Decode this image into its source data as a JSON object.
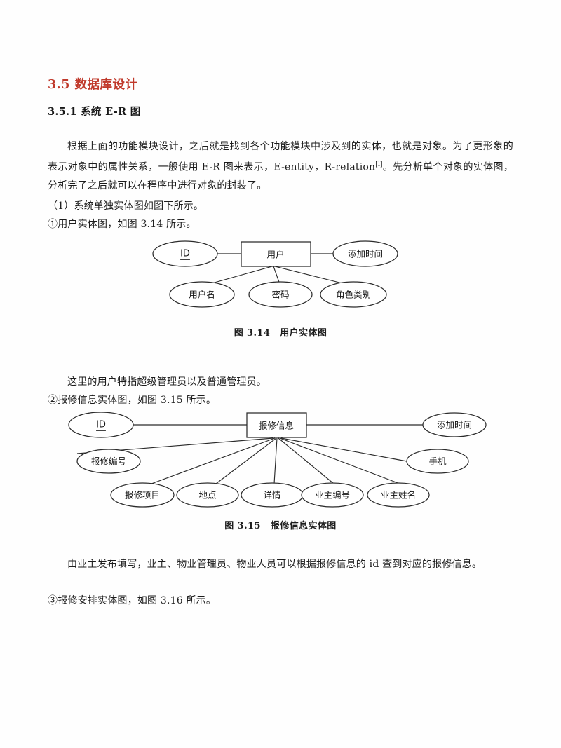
{
  "document": {
    "section_heading": "3.5 数据库设计",
    "sub_heading": "3.5.1 系统 E-R 图",
    "paragraphs": {
      "intro": "根据上面的功能模块设计，之后就是找到各个功能模块中涉及到的实体，也就是对象。为了更形象的表示对象中的属性关系，一般使用 E-R 图来表示，E-entity，R-relation",
      "intro_footnote": "[i]",
      "intro_tail": "。先分析单个对象的实体图，分析完了之后就可以在程序中进行对象的封装了。",
      "list_item_1": "（1）系统单独实体图如图下所示。",
      "list_item_2": "①用户实体图，如图 3.14 所示。",
      "note_1": "这里的用户特指超级管理员以及普通管理员。",
      "list_item_3": "②报修信息实体图，如图 3.15 所示。",
      "note_2": "由业主发布填写，业主、物业管理员、物业人员可以根据报修信息的 id 查到对应的报修信息。",
      "list_item_4": "③报修安排实体图，如图 3.16 所示。"
    },
    "captions": {
      "fig_314_number": "图 3.14",
      "fig_314_title": "用户实体图",
      "fig_315_number": "图 3.15",
      "fig_315_title": "报修信息实体图"
    },
    "colors": {
      "heading_red": "#c0392b",
      "body_text": "#1c1c1c",
      "diagram_stroke": "#2b2b2b",
      "page_background": "#ffffff"
    }
  },
  "figures": {
    "fig_314": {
      "entity": "用户",
      "attributes": {
        "id": "ID",
        "add_time": "添加时间",
        "username": "用户名",
        "password": "密码",
        "role_type": "角色类别"
      }
    },
    "fig_315": {
      "entity": "报修信息",
      "attributes": {
        "id": "ID",
        "add_time": "添加时间",
        "repair_no": "报修编号",
        "phone": "手机",
        "repair_item": "报修项目",
        "location": "地点",
        "detail": "详情",
        "owner_no": "业主编号",
        "owner_name": "业主姓名"
      }
    }
  }
}
